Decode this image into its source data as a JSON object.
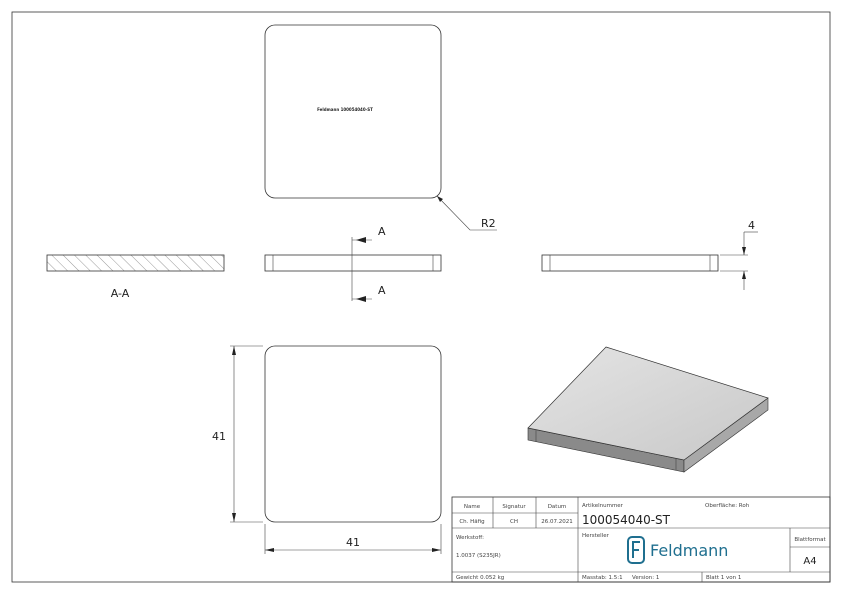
{
  "views": {
    "top_engraving": "Feldmann 100054040-ST",
    "radius_label": "R2",
    "section_label": "A-A",
    "cut_letter_top": "A",
    "cut_letter_bottom": "A",
    "thickness_dim": "4",
    "height_dim": "41",
    "width_dim": "41"
  },
  "title_block": {
    "name_header": "Name",
    "signatur_header": "Signatur",
    "datum_header": "Datum",
    "name": "Ch. Häfig",
    "signatur": "CH",
    "datum": "26.07.2021",
    "artikelnummer_label": "Artikelnummer",
    "oberflaeche": "Oberfläche:  Roh",
    "artikelnummer": "100054040-ST",
    "werkstoff_label": "Werkstoff:",
    "werkstoff": "1.0037 (S235JR)",
    "hersteller_label": "Hersteller",
    "logo_text": "Feldmann",
    "blattformat_label": "Blattformat",
    "blattformat": "A4",
    "gewicht": "Gewicht 0.052 kg",
    "massstab": "Masstab: 1.5:1",
    "version": "Version: 1",
    "blatt": "Blatt 1 von 1"
  },
  "colors": {
    "logo": "#1f6f8f",
    "line": "#333333"
  }
}
